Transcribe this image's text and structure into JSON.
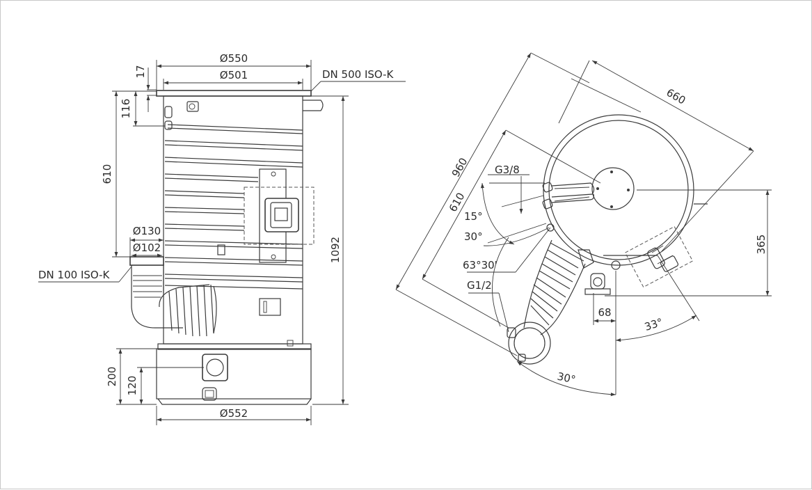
{
  "left_view": {
    "dim_top_outer": "Ø550",
    "dim_top_inner": "Ø501",
    "flange_top": "DN 500 ISO-K",
    "dim_17": "17",
    "dim_116": "116",
    "dim_610": "610",
    "dim_1092": "1092",
    "dim_d130": "Ø130",
    "dim_d102": "Ø102",
    "flange_side": "DN 100 ISO-K",
    "dim_200": "200",
    "dim_120": "120",
    "dim_bottom": "Ø552"
  },
  "right_view": {
    "dim_960": "960",
    "dim_660": "660",
    "dim_610": "610",
    "port_g38": "G3/8",
    "angle_15": "15°",
    "angle_30": "30°",
    "angle_6330": "63°30'",
    "port_g12": "G1/2",
    "dim_365": "365",
    "dim_68": "68",
    "angle_33": "33°",
    "angle_30_bottom": "30°"
  }
}
